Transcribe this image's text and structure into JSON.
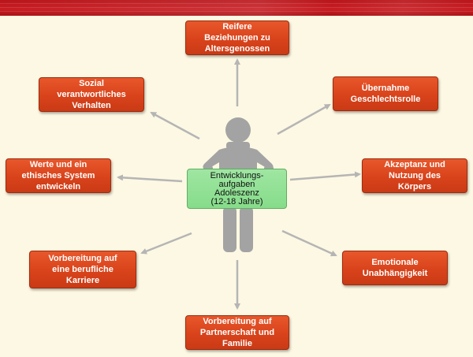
{
  "center": {
    "line1": "Entwicklungs-",
    "line2": "aufgaben",
    "line3": "Adoleszenz",
    "line4": "(12-18 Jahre)"
  },
  "tasks": {
    "peers": [
      "Reifere",
      "Beziehungen zu",
      "Altersgenossen"
    ],
    "gender_role": [
      "Übernahme",
      "Geschlechtsrolle"
    ],
    "body": [
      "Akzeptanz und",
      "Nutzung des",
      "Körpers"
    ],
    "emotional": [
      "Emotionale",
      "Unabhängigkeit"
    ],
    "partnership": [
      "Vorbereitung auf",
      "Partnerschaft und",
      "Familie"
    ],
    "career": [
      "Vorbereitung auf",
      "eine berufliche",
      "Karriere"
    ],
    "values": [
      "Werte und ein",
      "ethisches System",
      "entwickeln"
    ],
    "social": [
      "Sozial",
      "verantwortliches",
      "Verhalten"
    ]
  },
  "colors": {
    "box_fill": "#d9431b",
    "center_fill": "#86dc8a",
    "arrow": "#b5b5b5",
    "figure": "#9e9e9e",
    "background": "#fdf8e3",
    "banner": "#c91d22"
  }
}
